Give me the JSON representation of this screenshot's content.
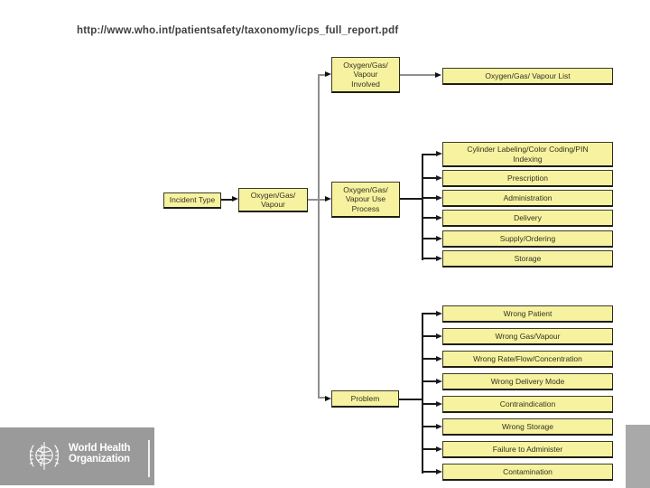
{
  "slide": {
    "url": "http://www.who.int/patientsafety/taxonomy/icps_full_report.pdf"
  },
  "diagram": {
    "incident_type": "Incident Type",
    "oxygen_gas_vapour": "Oxygen/Gas/\nVapour",
    "involved": "Oxygen/Gas/\nVapour\nInvolved",
    "involved_list": "Oxygen/Gas/ Vapour List",
    "use_process": "Oxygen/Gas/\nVapour Use\nProcess",
    "use_process_children": [
      "Cylinder Labeling/Color Coding/PIN\nIndexing",
      "Prescription",
      "Administration",
      "Delivery",
      "Supply/Ordering",
      "Storage"
    ],
    "problem": "Problem",
    "problem_children": [
      "Wrong Patient",
      "Wrong Gas/Vapour",
      "Wrong Rate/Flow/Concentration",
      "Wrong Delivery Mode",
      "Contraindication",
      "Wrong Storage",
      "Failure to Administer",
      "Contamination"
    ]
  },
  "footer": {
    "org_line1": "World Health",
    "org_line2": "Organization"
  },
  "colors": {
    "box_fill": "#f6f2a0",
    "box_border": "#3c3c28",
    "connector_gray": "#8f8f8f",
    "connector_black": "#1a1a1a",
    "footer_gray": "#9a9a9a",
    "title_text": "#3f3f3f"
  }
}
